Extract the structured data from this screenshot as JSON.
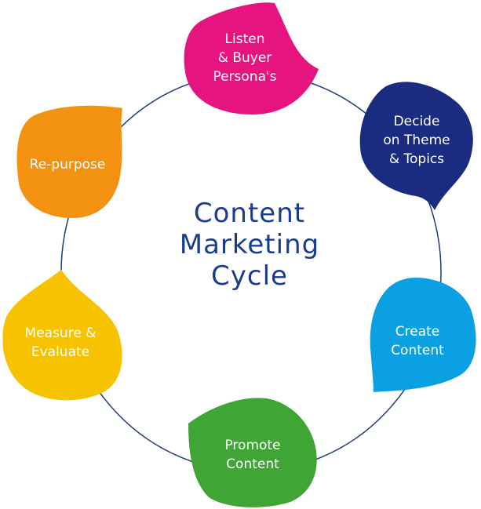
{
  "title_lines": [
    "Content",
    "Marketing",
    "Cycle"
  ],
  "colors": {
    "title": "#1a3c8c",
    "ring": "#1f3d7a",
    "label_text": "#ffffff"
  },
  "stages": [
    {
      "lines": [
        "Listen",
        "& Buyer",
        "Persona's"
      ],
      "color": "#e5147f"
    },
    {
      "lines": [
        "Decide",
        "on Theme",
        "& Topics"
      ],
      "color": "#1b2b80"
    },
    {
      "lines": [
        "Create",
        "Content"
      ],
      "color": "#0aa0e2"
    },
    {
      "lines": [
        "Promote",
        "Content"
      ],
      "color": "#3fa535"
    },
    {
      "lines": [
        "Measure &",
        "Evaluate"
      ],
      "color": "#f7c300"
    },
    {
      "lines": [
        "Re-purpose"
      ],
      "color": "#f39110"
    }
  ]
}
